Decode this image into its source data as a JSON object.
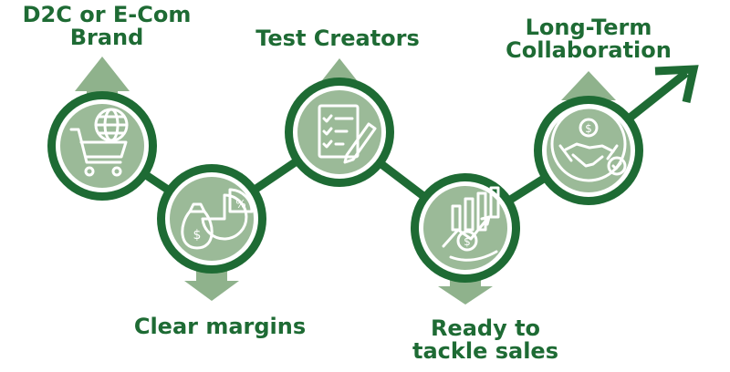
{
  "steps": [
    {
      "label_lines": [
        "D2C or E-Com",
        "Brand"
      ],
      "icon": "cart-globe-icon",
      "arrow": "up"
    },
    {
      "label_lines": [
        "Clear margins"
      ],
      "icon": "money-bag-pie-icon",
      "arrow": "down"
    },
    {
      "label_lines": [
        "Test Creators"
      ],
      "icon": "checklist-pencil-icon",
      "arrow": "up"
    },
    {
      "label_lines": [
        "Ready to",
        "tackle sales"
      ],
      "icon": "growth-chart-icon",
      "arrow": "down"
    },
    {
      "label_lines": [
        "Long-Term",
        "Collaboration"
      ],
      "icon": "handshake-icon",
      "arrow": "up"
    }
  ],
  "colors": {
    "dark_green": "#1e6b34",
    "light_green": "#9bba98",
    "arrow_green": "#8fb28c",
    "white": "#ffffff"
  }
}
